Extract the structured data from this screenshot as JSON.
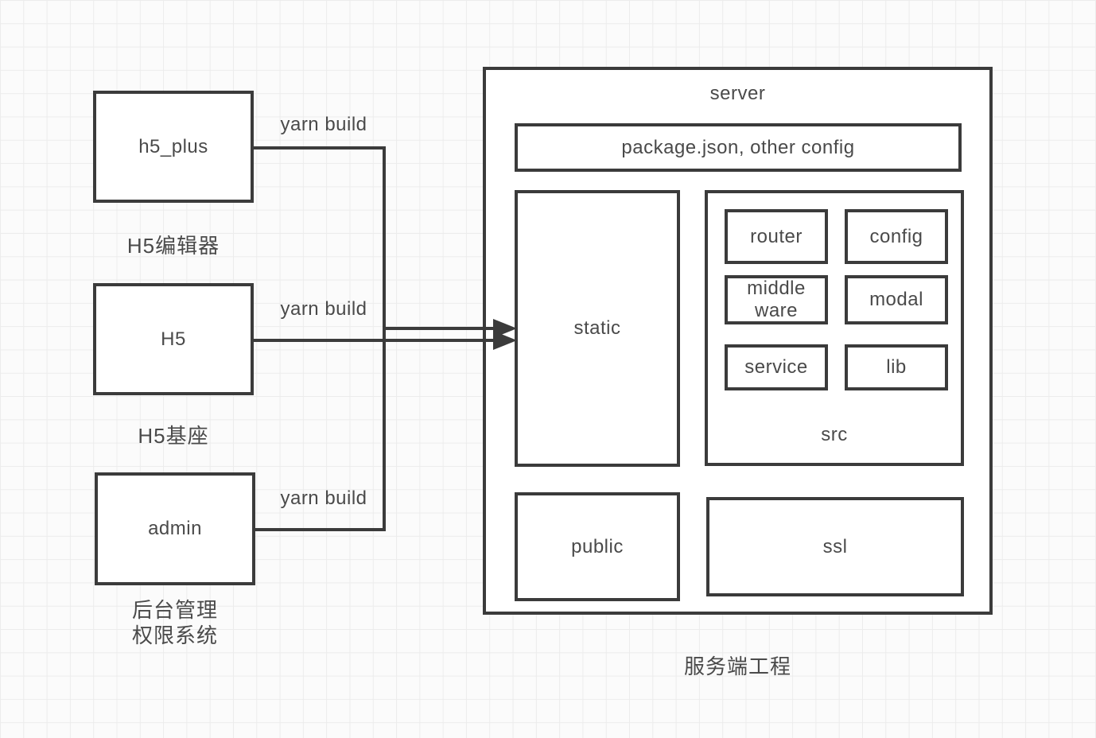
{
  "clients": [
    {
      "box_label": "h5_plus",
      "caption": "H5编辑器",
      "edge_label": "yarn build"
    },
    {
      "box_label": "H5",
      "caption": "H5基座",
      "edge_label": "yarn build"
    },
    {
      "box_label": "admin",
      "caption_line1": "后台管理",
      "caption_line2": "权限系统",
      "edge_label": "yarn build"
    }
  ],
  "server": {
    "title": "server",
    "config_box_label": "package.json, other config",
    "static_label": "static",
    "src": {
      "label": "src",
      "modules": [
        {
          "label": "router"
        },
        {
          "label": "config"
        },
        {
          "label": "middle ware"
        },
        {
          "label": "modal"
        },
        {
          "label": "service"
        },
        {
          "label": "lib"
        }
      ]
    },
    "public_label": "public",
    "ssl_label": "ssl"
  },
  "footer_caption": "服务端工程",
  "colors": {
    "stroke": "#3b3b3b",
    "text": "#4a4a4a",
    "grid_line": "#ececec",
    "background": "#fbfbfb",
    "box_fill": "#ffffff"
  }
}
